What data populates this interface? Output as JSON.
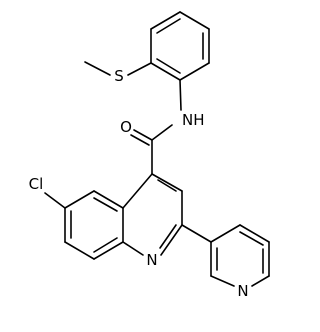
{
  "molecule": {
    "atom_labels": {
      "sulfur": "S",
      "amide_nh": "NH",
      "carbonyl_oxygen": "O",
      "chlorine": "Cl",
      "quinoline_nitrogen": "N",
      "pyridine_nitrogen": "N"
    }
  }
}
